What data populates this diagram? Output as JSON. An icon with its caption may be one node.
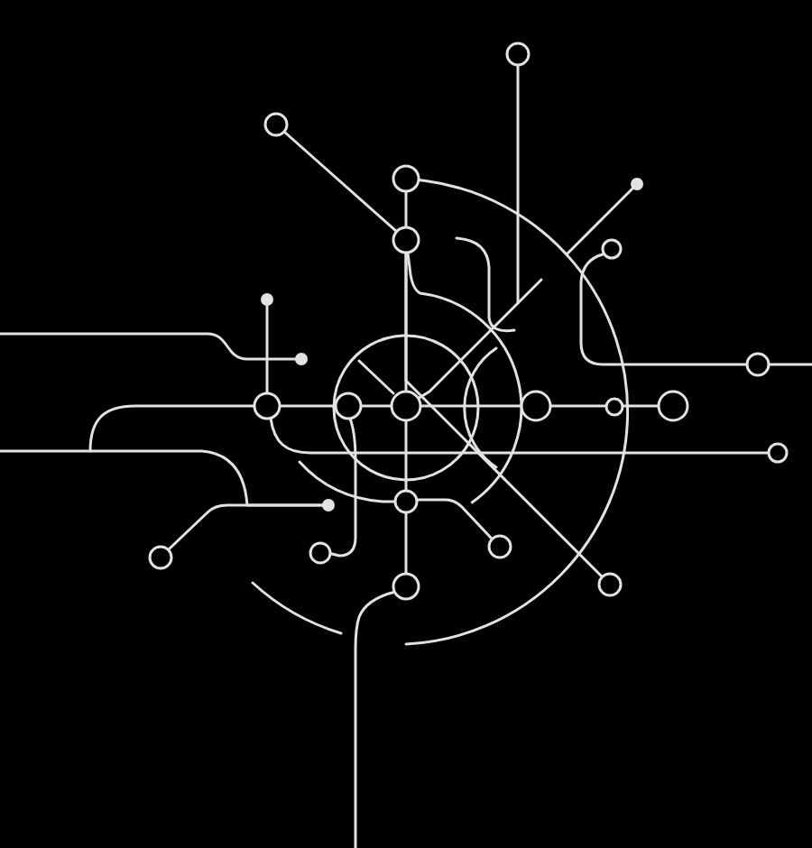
{
  "diagram": {
    "nodes": [
      {
        "text": [],
        "shape": "circle"
      },
      {
        "text": [],
        "shape": "circle"
      },
      {
        "text": [],
        "shape": "circle"
      },
      {
        "text": [],
        "shape": "dot"
      },
      {
        "text": [],
        "shape": "circle"
      },
      {
        "text": [],
        "shape": "circle"
      },
      {
        "text": [],
        "shape": "dot"
      },
      {
        "text": [],
        "shape": "dot"
      },
      {
        "text": [],
        "shape": "circle"
      },
      {
        "text": [],
        "shape": "circle"
      },
      {
        "text": [],
        "shape": "circle"
      },
      {
        "text": [],
        "shape": "circle"
      },
      {
        "text": [],
        "shape": "circle"
      },
      {
        "text": [],
        "shape": "circle"
      },
      {
        "text": [],
        "shape": "circle"
      },
      {
        "text": [],
        "shape": "circle"
      },
      {
        "text": [],
        "shape": "circle"
      },
      {
        "text": [],
        "shape": "dot"
      },
      {
        "text": [],
        "shape": "circle"
      },
      {
        "text": [],
        "shape": "circle"
      },
      {
        "text": [],
        "shape": "circle"
      },
      {
        "text": [],
        "shape": "circle"
      },
      {
        "text": [],
        "shape": "circle"
      }
    ],
    "edges": [
      {
        "from": 0,
        "to": 11,
        "arrow": "none"
      },
      {
        "from": 1,
        "to": 4,
        "arrow": "none"
      },
      {
        "from": 2,
        "to": 4,
        "arrow": "none"
      },
      {
        "from": 2,
        "to": null,
        "arrow": "none"
      },
      {
        "from": 3,
        "to": null,
        "arrow": "none"
      },
      {
        "from": 4,
        "to": 11,
        "arrow": "none"
      },
      {
        "from": 4,
        "to": 21,
        "arrow": "none"
      },
      {
        "from": 4,
        "to": null,
        "arrow": "none"
      },
      {
        "from": 5,
        "to": 8,
        "arrow": "none"
      },
      {
        "from": 8,
        "to": null,
        "arrow": "none"
      },
      {
        "from": 6,
        "to": 9,
        "arrow": "none"
      },
      {
        "from": null,
        "to": 7,
        "arrow": "none"
      },
      {
        "from": null,
        "to": 9,
        "arrow": "none"
      },
      {
        "from": null,
        "to": 17,
        "arrow": "none"
      },
      {
        "from": 20,
        "to": 17,
        "arrow": "none"
      },
      {
        "from": 9,
        "to": 10,
        "arrow": "none"
      },
      {
        "from": 10,
        "to": 11,
        "arrow": "none"
      },
      {
        "from": 11,
        "to": 12,
        "arrow": "none"
      },
      {
        "from": 12,
        "to": 13,
        "arrow": "none"
      },
      {
        "from": 13,
        "to": 14,
        "arrow": "none"
      },
      {
        "from": 9,
        "to": 15,
        "arrow": "none"
      },
      {
        "from": 10,
        "to": 19,
        "arrow": "none"
      },
      {
        "from": 11,
        "to": 16,
        "arrow": "none"
      },
      {
        "from": 16,
        "to": 22,
        "arrow": "none"
      },
      {
        "from": 16,
        "to": 18,
        "arrow": "none"
      },
      {
        "from": null,
        "to": 16,
        "arrow": "none"
      },
      {
        "from": 22,
        "to": null,
        "arrow": "none"
      }
    ]
  }
}
